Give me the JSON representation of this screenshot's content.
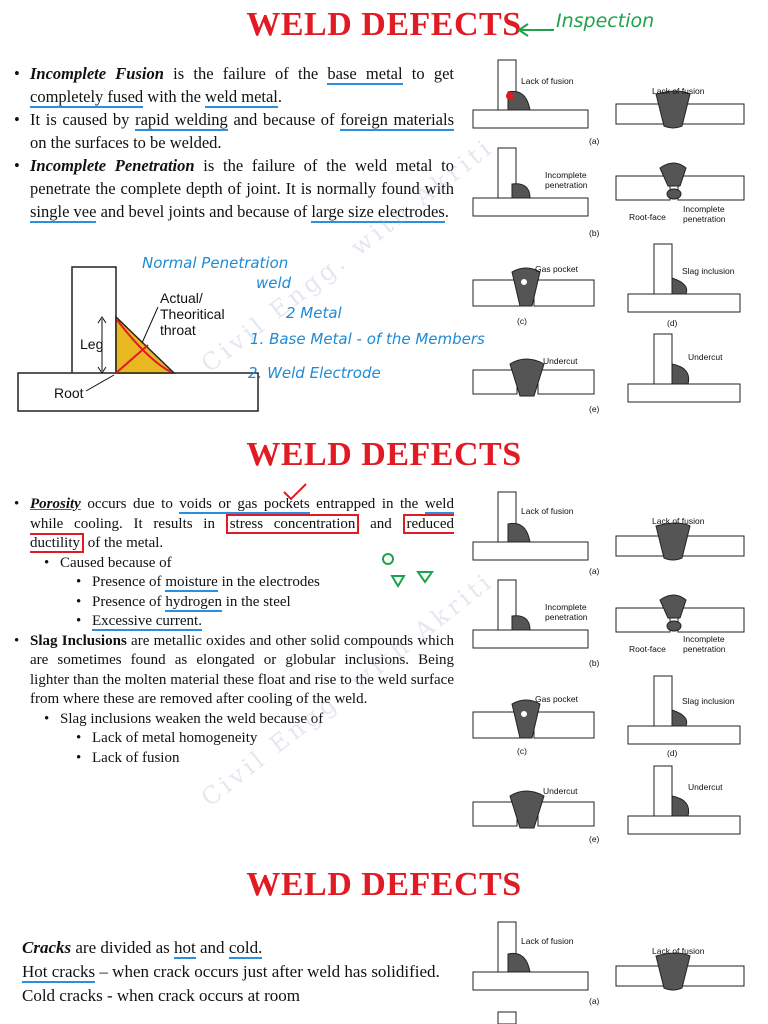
{
  "section1": {
    "title": "WELD DEFECTS",
    "handwritten_tag": "Inspection",
    "bullets": {
      "b1_term": "Incomplete Fusion",
      "b1_a": " is the failure of the ",
      "b1_u1": "base metal",
      "b1_b": " to get ",
      "b1_u2": "completely fused",
      "b1_c": " with the ",
      "b1_u3": "weld metal",
      "b1_d": ".",
      "b2_a": "It is caused by ",
      "b2_u1": "rapid welding",
      "b2_b": " and because of ",
      "b2_u2": "foreign materials",
      "b2_c": " on the surfaces to be welded.",
      "b3_term": "Incomplete Penetration",
      "b3_a": " is the failure of the weld metal to penetrate the complete depth of joint. It is normally found with ",
      "b3_u1": "single vee",
      "b3_b": " and bevel joints and because of ",
      "b3_u2": "large size electrodes",
      "b3_c": "."
    },
    "diagram": {
      "leg": "Leg",
      "root": "Root",
      "throat_1": "Actual/",
      "throat_2": "Theoritical",
      "throat_3": "throat"
    },
    "notes": {
      "n1": "Normal Penetration",
      "n2": "weld",
      "n3": "2 Metal",
      "n4": "1. Base Metal - of the Members",
      "n5": "2. Weld Electrode"
    }
  },
  "figures": {
    "lack_of_fusion": "Lack of fusion",
    "incomplete_penetration_1": "Incomplete",
    "incomplete_penetration_2": "penetration",
    "root_face": "Root-face",
    "incomplete_2a": "Incomplete",
    "incomplete_2b": "penetration",
    "gas_pocket": "Gas pocket",
    "slag_inclusion": "Slag inclusion",
    "undercut": "Undercut",
    "label_a": "(a)",
    "label_b": "(b)",
    "label_c": "(c)",
    "label_d": "(d)",
    "label_e": "(e)"
  },
  "section2": {
    "title": "WELD DEFECTS",
    "p1_term": "Porosity",
    "p1_a": " occurs due to ",
    "p1_u1": "voids or gas pockets",
    "p1_b": " entrapped in the ",
    "p1_u2": "weld",
    "p1_c": " while cooling. It results in ",
    "p1_box1": "stress concentration",
    "p1_d": " and ",
    "p1_box2": "reduced ductility",
    "p1_e": " of the metal.",
    "caused": "Caused because of",
    "c1_a": "Presence of ",
    "c1_u": "moisture",
    "c1_b": " in the electrodes",
    "c2_a": "Presence of ",
    "c2_u": "hydrogen",
    "c2_b": " in the steel",
    "c3": "Excessive current.",
    "slag_term": "Slag Inclusions",
    "slag_text": " are metallic oxides and other solid compounds which are sometimes found as elongated or globular inclusions. Being lighter than the molten material these float and rise to the weld surface from where these are removed after cooling of the weld.",
    "slag_sub": "Slag inclusions weaken the weld because of",
    "s1": "Lack of metal homogeneity",
    "s2": "Lack of fusion"
  },
  "section3": {
    "title": "WELD DEFECTS",
    "l1_term": "Cracks",
    "l1_a": " are divided as ",
    "l1_u1": "hot",
    "l1_b": " and ",
    "l1_u2": "cold.",
    "l2_u": "Hot cracks",
    "l2_a": " – when crack occurs just after weld has solidified.",
    "l3": "Cold cracks - when crack occurs at room"
  },
  "watermark": "Civil Engg. with Akriti",
  "colors": {
    "title_red": "#e01b24",
    "annotation_blue": "#1f8ad6",
    "annotation_green": "#1ea34a",
    "weld_fill": "#555555",
    "fillet_yellow": "#e8b820"
  }
}
